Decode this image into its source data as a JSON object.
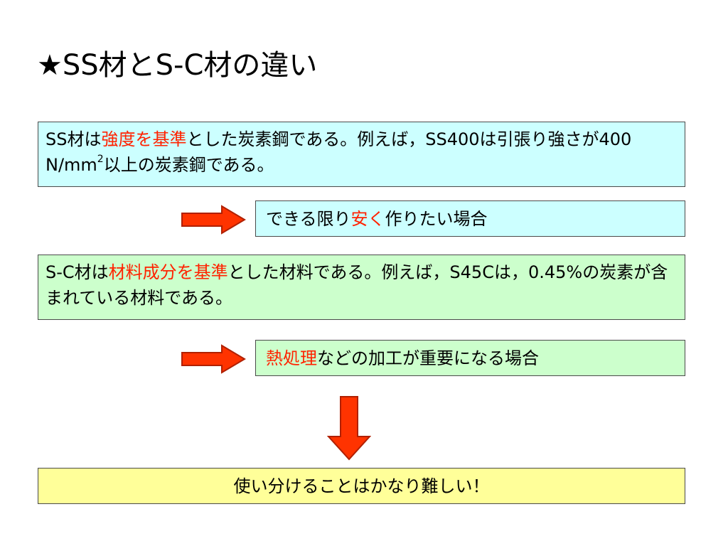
{
  "title": {
    "star": "★",
    "text": "SS材とS-C材の違い"
  },
  "ss_box": {
    "part1": "SS材は",
    "highlight": "強度を基準",
    "part2": "とした炭素鋼である。例えば，SS400は引張り強さが400 N/mm",
    "superscript": "2",
    "part3": "以上の炭素鋼である。"
  },
  "note1": {
    "part1": "できる限り",
    "highlight": "安く",
    "part2": "作りたい場合"
  },
  "sc_box": {
    "part1": "S-C材は",
    "highlight": "材料成分を基準",
    "part2": "とした材料である。例えば，S45Cは，0.45%の炭素が含まれている材料である。"
  },
  "note2": {
    "highlight": "熱処理",
    "part2": "などの加工が重要になる場合"
  },
  "conclusion": {
    "text": "使い分けることはかなり難しい！"
  },
  "colors": {
    "highlight": "#ff2200",
    "arrow_fill": "#ff3300",
    "arrow_stroke": "#b02000",
    "box_blue": "#ccffff",
    "box_green": "#ccffcc",
    "box_yellow": "#ffff99"
  },
  "icons": {
    "arrow1": "right-arrow-icon",
    "arrow2": "right-arrow-icon",
    "arrow_down": "down-arrow-icon"
  }
}
